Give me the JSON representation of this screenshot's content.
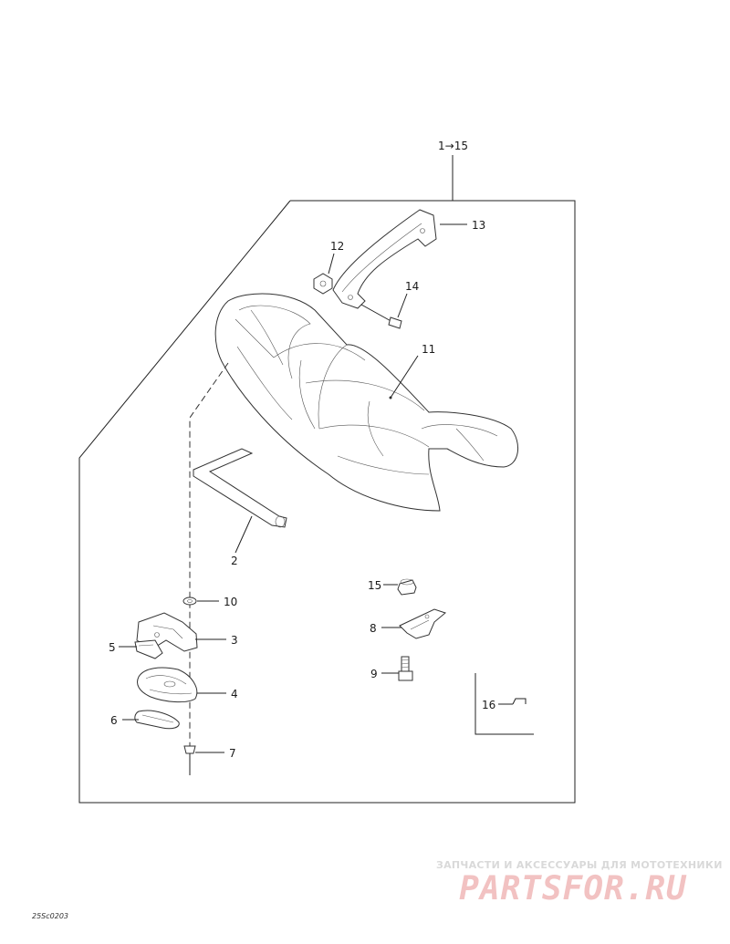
{
  "assembly_label": "1→15",
  "labels": {
    "p2": "2",
    "p3": "3",
    "p4": "4",
    "p5": "5",
    "p6": "6",
    "p7": "7",
    "p8": "8",
    "p9": "9",
    "p10": "10",
    "p11": "11",
    "p12": "12",
    "p13": "13",
    "p14": "14",
    "p15": "15",
    "p16": "16"
  },
  "watermark": {
    "caption": "ЗАПЧАСТИ И АКСЕССУАРЫ ДЛЯ МОТОТЕХНИКИ",
    "logo": "PARTSFOR.RU"
  },
  "drawing_code": "25Sc0203"
}
